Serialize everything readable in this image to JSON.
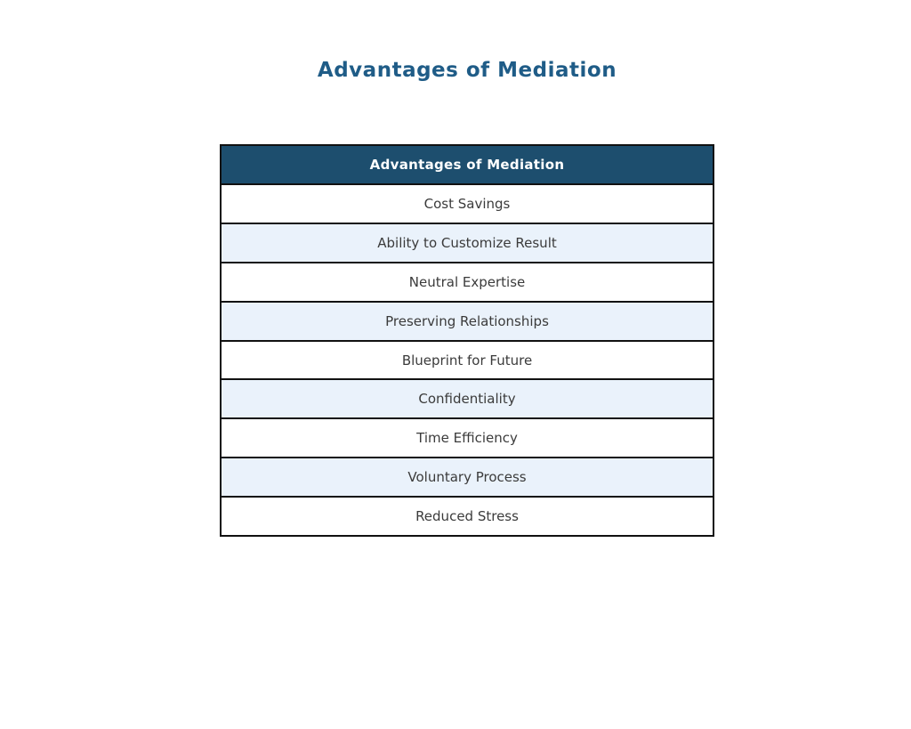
{
  "page": {
    "title": "Advantages of Mediation"
  },
  "colors": {
    "page_background": "#FFFFFF",
    "title_text": "#1F5C87",
    "header_background": "#1D4E6E",
    "header_text": "#FFFFFF",
    "row_background": "#FFFFFF",
    "row_alt_background": "#EAF2FB",
    "row_text": "#3B3B3B",
    "border": "#111111"
  },
  "chart_data": {
    "type": "table",
    "title": "Advantages of Mediation",
    "columns": [
      "Advantages of Mediation"
    ],
    "rows": [
      "Cost Savings",
      "Ability to Customize Result",
      "Neutral Expertise",
      "Preserving Relationships",
      "Blueprint for Future",
      "Confidentiality",
      "Time Efficiency",
      "Voluntary Process",
      "Reduced Stress"
    ],
    "layout": {
      "header_style": "dark-blue, bold, white text, centered",
      "alternating_row_colors": true,
      "first_data_row_background": "white",
      "cell_alignment": "center",
      "grid": "black horizontal borders between all rows and outer border"
    }
  }
}
